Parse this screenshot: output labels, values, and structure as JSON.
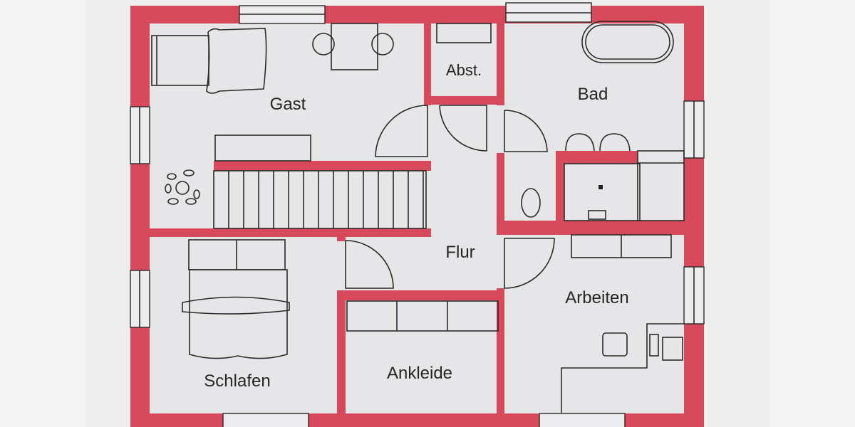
{
  "colors": {
    "wall": "#d84a5b",
    "floor": "#e6e6e8",
    "line": "#2a2a2a",
    "paper": "#f4f4f4"
  },
  "rooms": [
    {
      "id": "gast",
      "label": "Gast"
    },
    {
      "id": "abst",
      "label": "Abst."
    },
    {
      "id": "bad",
      "label": "Bad"
    },
    {
      "id": "flur",
      "label": "Flur"
    },
    {
      "id": "schlafen",
      "label": "Schlafen"
    },
    {
      "id": "ankleide",
      "label": "Ankleide"
    },
    {
      "id": "arbeiten",
      "label": "Arbeiten"
    }
  ]
}
